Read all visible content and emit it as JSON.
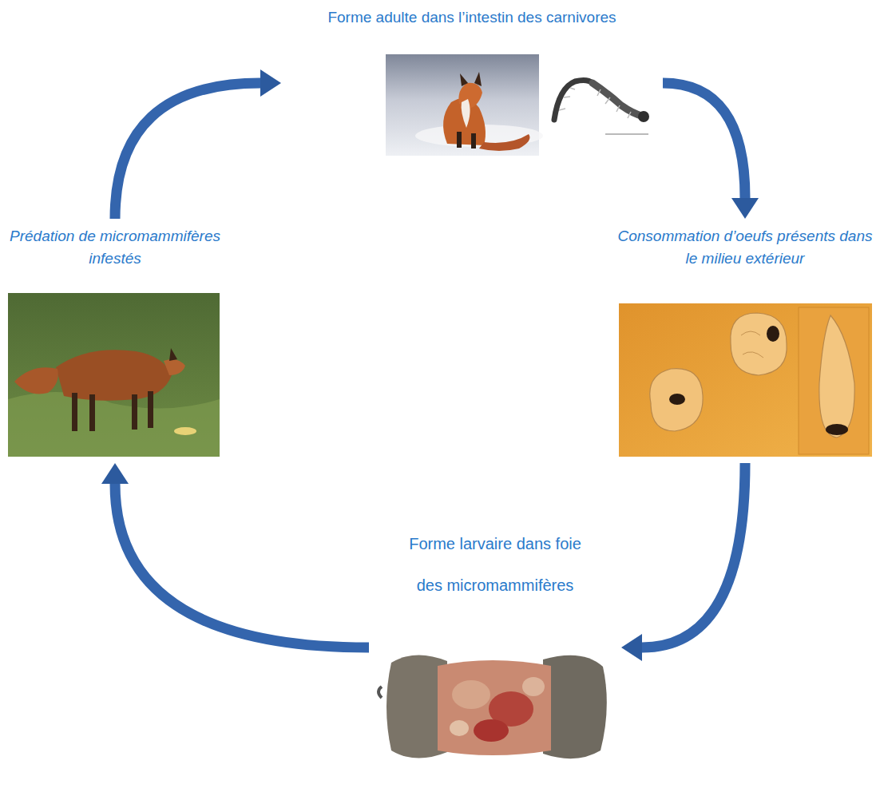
{
  "diagram": {
    "nodes": [
      {
        "text": [
          "Forme adulte dans l’intestin des carnivores"
        ]
      },
      {
        "text": [
          "Prédation de micromammifères infestés"
        ]
      },
      {
        "text": [
          "Consommation d’oeufs présents dans le milieu extérieur"
        ]
      },
      {
        "text": [
          "Forme larvaire dans foie des micromammifères"
        ]
      }
    ],
    "edges": [
      {
        "from": 0,
        "to": 2,
        "arrow": "to"
      },
      {
        "from": 2,
        "to": 3,
        "arrow": "to"
      },
      {
        "from": 3,
        "to": 1,
        "arrow": "to"
      },
      {
        "from": 1,
        "to": 0,
        "arrow": "to"
      }
    ]
  }
}
